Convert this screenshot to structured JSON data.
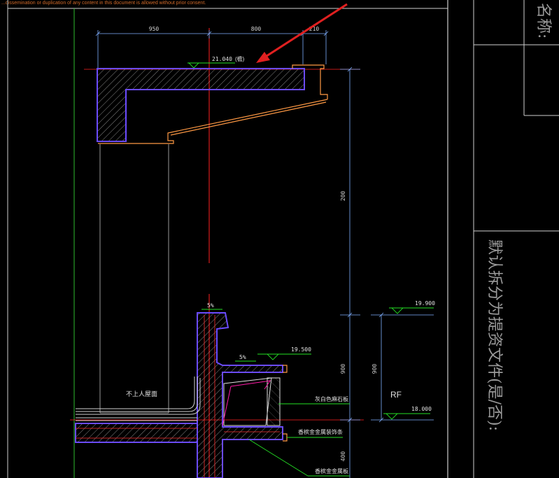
{
  "header": {
    "notice": "...dissemination or duplication of any content in this document is allowed without prior consent."
  },
  "dimensions": {
    "top_a": "950",
    "top_b": "800",
    "top_c": "210",
    "right_tall": "200",
    "right_small": "900",
    "right_small_2": "900",
    "bottom_right": "400"
  },
  "levels": {
    "top": "21.040",
    "top_note": "(檐)",
    "l19900": "19.900",
    "l19500": "19.500",
    "rf": "18.000"
  },
  "slopes": {
    "s1": "5%",
    "s2": "5%"
  },
  "labels": {
    "roof": "不上人屋面",
    "rf": "RF",
    "stone": "灰白色麻石板",
    "alu_deco": "香槟金金属装饰条",
    "alu_panel": "香槟金金属板"
  },
  "title_block": {
    "name_label": "名称:",
    "approval": "默认拆分为提资文件(是/否):"
  },
  "colors": {
    "background": "#000000",
    "concrete_outline": "#6b4bff",
    "cladding": "#ff9944",
    "dimension": "#7fb0ff",
    "axis": "#ff2020",
    "leader": "#25e025",
    "arrow": "#e02020",
    "insulation": "#ff1aa8",
    "frame": "#cfcfcf"
  }
}
